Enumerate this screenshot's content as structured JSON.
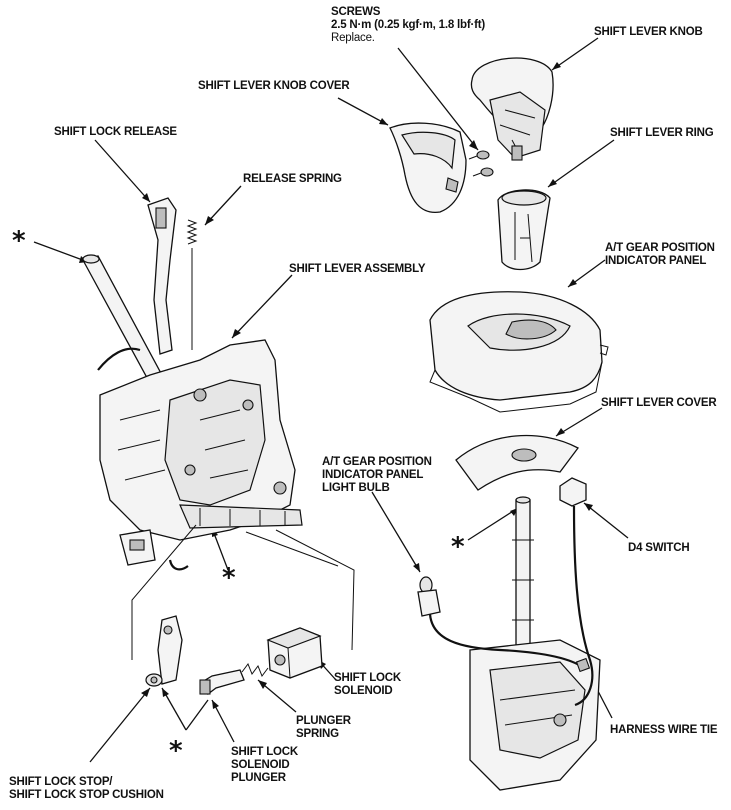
{
  "labels": {
    "screws_title": "SCREWS",
    "screws_torque": "2.5 N·m (0.25 kgf·m, 1.8 lbf·ft)",
    "screws_note": "Replace.",
    "shift_lever_knob": "SHIFT LEVER KNOB",
    "shift_lever_knob_cover": "SHIFT LEVER KNOB COVER",
    "shift_lock_release": "SHIFT LOCK RELEASE",
    "shift_lever_ring": "SHIFT LEVER RING",
    "release_spring": "RELEASE SPRING",
    "at_panel_line1": "A/T GEAR POSITION",
    "at_panel_line2": "INDICATOR PANEL",
    "shift_lever_assembly": "SHIFT LEVER ASSEMBLY",
    "shift_lever_cover": "SHIFT LEVER COVER",
    "bulb_line1": "A/T GEAR POSITION",
    "bulb_line2": "INDICATOR PANEL",
    "bulb_line3": "LIGHT BULB",
    "d4_switch": "D4 SWITCH",
    "solenoid_line1": "SHIFT LOCK",
    "solenoid_line2": "SOLENOID",
    "plunger_spring_line1": "PLUNGER",
    "plunger_spring_line2": "SPRING",
    "harness_wire_tie": "HARNESS WIRE TIE",
    "plunger_line1": "SHIFT LOCK",
    "plunger_line2": "SOLENOID",
    "plunger_line3": "PLUNGER",
    "stop_line1": "SHIFT LOCK STOP/",
    "stop_line2": "SHIFT LOCK STOP CUSHION"
  },
  "asterisk": "*"
}
